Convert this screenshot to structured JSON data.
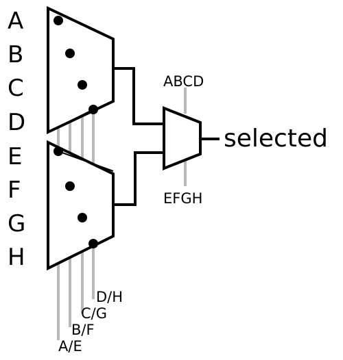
{
  "inputs": [
    "A",
    "B",
    "C",
    "D",
    "E",
    "F",
    "G",
    "H"
  ],
  "select_labels": [
    "A/E",
    "B/F",
    "C/G",
    "D/H"
  ],
  "group_labels": {
    "top": "ABCD",
    "bottom": "EFGH"
  },
  "output_label": "selected",
  "colors": {
    "line": "#000000",
    "select_line": "#b8b8b8",
    "background": "#ffffff"
  }
}
